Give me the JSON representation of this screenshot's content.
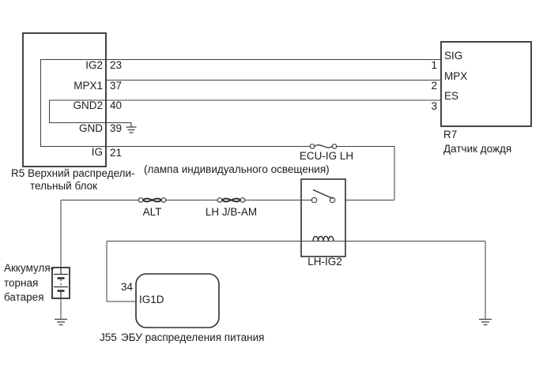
{
  "diagram": {
    "r5": {
      "caption_line1": "R5 Верхний распредели-",
      "caption_line2": "тельный блок",
      "pins": [
        {
          "label": "IG2",
          "number": "23"
        },
        {
          "label": "MPX1",
          "number": "37"
        },
        {
          "label": "GND2",
          "number": "40"
        },
        {
          "label": "GND",
          "number": "39"
        },
        {
          "label": "IG",
          "number": "21"
        }
      ]
    },
    "r7": {
      "ref": "R7",
      "caption": "Датчик дождя",
      "pins": [
        {
          "label": "SIG",
          "number": "1"
        },
        {
          "label": "MPX",
          "number": "2"
        },
        {
          "label": "ES",
          "number": "3"
        }
      ]
    },
    "fuses": {
      "ecu_ig": {
        "label": "ECU-IG LH",
        "note": "(лампа индивидуального освещения)"
      },
      "alt": {
        "label": "ALT"
      },
      "lh_jb": {
        "label": "LH J/B-AM"
      }
    },
    "relay": {
      "label": "LH-IG2"
    },
    "battery": {
      "caption_line1": "Аккумуля-",
      "caption_line2": "торная",
      "caption_line3": "батарея"
    },
    "j55": {
      "ref": "J55",
      "caption": "ЭБУ распределения питания",
      "pin_number": "34",
      "pin_label": "IG1D"
    }
  },
  "colors": {
    "wire": "#3f3f3f",
    "box": "#2f2f2f",
    "text": "#1c1c1c",
    "background": "#ffffff"
  }
}
